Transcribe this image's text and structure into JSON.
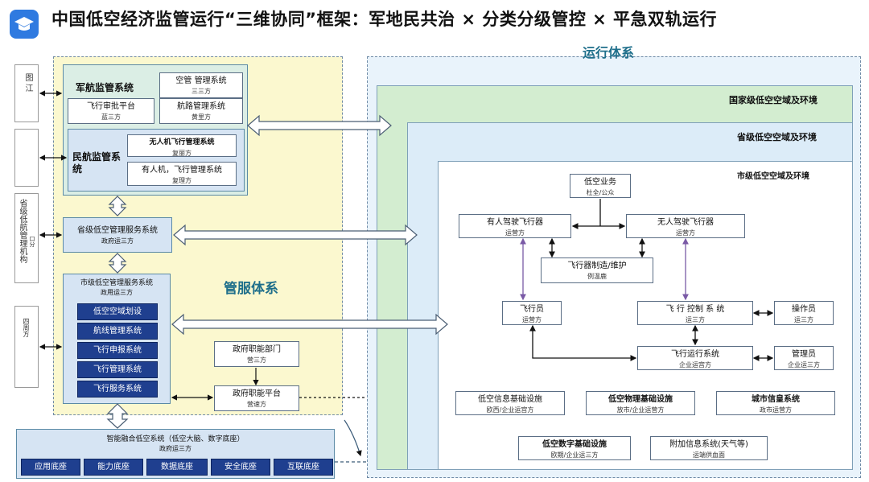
{
  "header": {
    "title": "中国低空经济监管运行“三维协同”框架：军地民共治 × 分类分级管控 × 平急双轨运行"
  },
  "left_side": {
    "labels": [
      "图 江",
      "省级低航管理机构",
      "口分",
      "四周方"
    ]
  },
  "management": {
    "section_title": "管服体系",
    "military": {
      "title": "军航监管系统"
    },
    "airspace_mgmt": {
      "label": "空管 管理系统",
      "sub": "三三方"
    },
    "flight_approval": {
      "label": "飞行审批平台",
      "sub": "蓝三方"
    },
    "route_mgmt": {
      "label": "航路管理系统",
      "sub": "黄里方"
    },
    "civil": {
      "title": "民航监管系统"
    },
    "uav_mgmt": {
      "label": "无人机飞行管理系统",
      "sub": "复丽方"
    },
    "manned_mgmt": {
      "label": "有人机，飞行管理系统",
      "sub": "复理方"
    },
    "provincial": {
      "label": "省级低空管理服务系统",
      "sub": "政府运三方"
    },
    "city": {
      "label": "市级低空管理服务系统",
      "sub": "政用运三方"
    },
    "city_buttons": [
      "低空空域划设",
      "航线管理系统",
      "飞行申报系统",
      "飞行管理系统",
      "飞行服务系统"
    ],
    "gov_dept": {
      "label": "政府职能部门",
      "sub": "营三方"
    },
    "gov_platform": {
      "label": "政府职能平台",
      "sub": "营速方"
    }
  },
  "bottom_bar": {
    "label": "智能融合低空系统（低空大脑、数字底座）",
    "sub": "政府运三方",
    "buttons": [
      "应用底座",
      "能力底座",
      "数据底座",
      "安全底座",
      "互联底座"
    ]
  },
  "operation": {
    "section_title": "运行体系",
    "national": "国家级低空空域及环境",
    "provincial": "省级低空空域及环境",
    "city": "市级低空空域及环境",
    "business": {
      "label": "低空业务",
      "sub": "杜全/公众"
    },
    "manned_aircraft": {
      "label": "有人驾驶飞行器",
      "sub": "运营方"
    },
    "unmanned_aircraft": {
      "label": "无人驾驶飞行器",
      "sub": "运营方"
    },
    "manufacture": {
      "label": "飞行器制造/维护",
      "sub": "例温鹿"
    },
    "pilot": {
      "label": "飞行员",
      "sub": "运营方"
    },
    "flight_control": {
      "label": "飞 行 控制 系 统",
      "sub": "运三方"
    },
    "operator": {
      "label": "操作员",
      "sub": "运三方"
    },
    "flight_ops": {
      "label": "飞行运行系统",
      "sub": "企业运宫方"
    },
    "admin": {
      "label": "管理员",
      "sub": "企业运三方"
    },
    "info_infra": {
      "label": "低空信息基础设施",
      "sub": "欧西/企业运宫方"
    },
    "physical_infra": {
      "label": "低空物理基础设施",
      "sub": "放市/企业运营方"
    },
    "city_info": {
      "label": "城市信皇系统",
      "sub": "政市运营方"
    },
    "digital_infra": {
      "label": "低空数字基础设施",
      "sub": "欧期/企业运三方"
    },
    "extra_info": {
      "label": "附加信息系统(天气等)",
      "sub": "运端供血面"
    }
  },
  "colors": {
    "mgmt_bg": "#fbf8cf",
    "ops_bg": "#e9f3fb",
    "national_bg": "#d3edd0",
    "provincial_bg": "#dcecf8",
    "button_blue": "#1f3f8f",
    "green_box": "#dbeee5",
    "blue_box": "#d6e4f3"
  }
}
